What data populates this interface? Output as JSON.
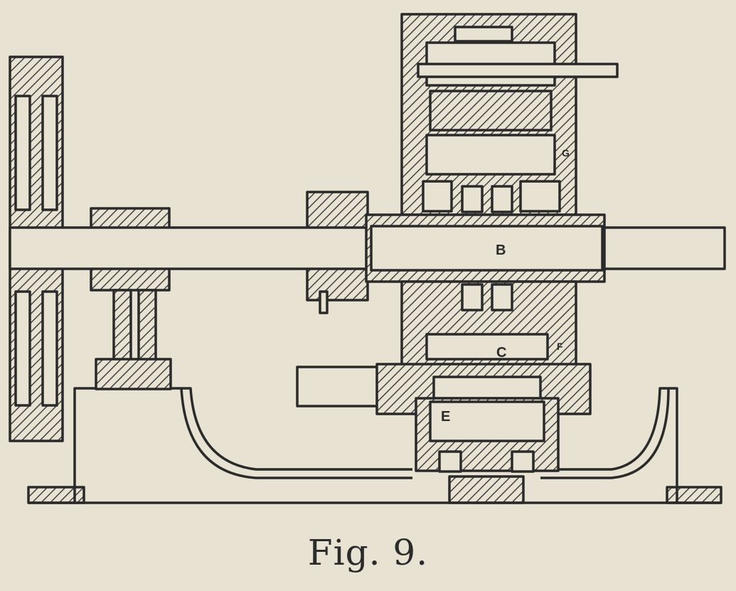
{
  "figure": {
    "caption": "Fig. 9.",
    "labels": {
      "b": "B",
      "c": "C",
      "e": "E",
      "f": "F",
      "g": "G"
    }
  },
  "colors": {
    "background": "#e7e2d1",
    "ink": "#2a2a2a"
  }
}
